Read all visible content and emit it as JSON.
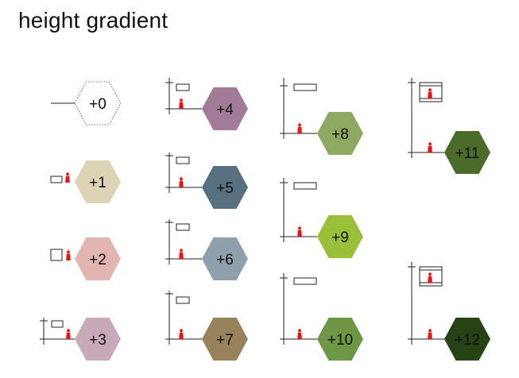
{
  "title": "height gradient",
  "tiles": [
    {
      "label": "+0",
      "color": null
    },
    {
      "label": "+1",
      "color": "#ddd3b5"
    },
    {
      "label": "+2",
      "color": "#e2b5b1"
    },
    {
      "label": "+3",
      "color": "#c8a9b9"
    },
    {
      "label": "+4",
      "color": "#a27b98"
    },
    {
      "label": "+5",
      "color": "#577181"
    },
    {
      "label": "+6",
      "color": "#8da0ab"
    },
    {
      "label": "+7",
      "color": "#98825b"
    },
    {
      "label": "+8",
      "color": "#8ea962"
    },
    {
      "label": "+9",
      "color": "#9ac03b"
    },
    {
      "label": "+10",
      "color": "#6d9645"
    },
    {
      "label": "+11",
      "color": "#4a6b2a"
    },
    {
      "label": "+12",
      "color": "#274214"
    }
  ],
  "colors": {
    "figure": "#ee1111",
    "line": "#222222",
    "empty_outline": "#444444"
  }
}
